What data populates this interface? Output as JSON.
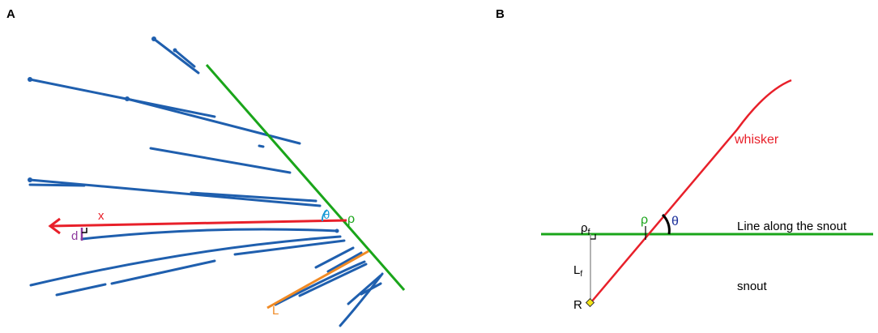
{
  "panel_a": {
    "label": "A",
    "labels": {
      "x": "x",
      "d": "d",
      "theta": "θ",
      "rho": "ρ",
      "L": "L"
    }
  },
  "panel_b": {
    "label": "B",
    "labels": {
      "rho_f_main": "ρ",
      "rho_f_sub": "f",
      "rho": "ρ",
      "theta": "θ",
      "L_f_main": "L",
      "L_f_sub": "f",
      "R": "R",
      "whisker": "whisker",
      "line_along_snout": "Line along the snout",
      "snout": "snout"
    }
  },
  "colors": {
    "whisker_blue": "#1f5fae",
    "snout_green": "#1aa51a",
    "x_axis_red": "#e8202a",
    "L_orange": "#f08a24",
    "d_purple": "#8e3a9e",
    "theta_cyan": "#1a9ad6",
    "theta_navy": "#1b2f9a",
    "marker_yellow": "#f5e616"
  }
}
